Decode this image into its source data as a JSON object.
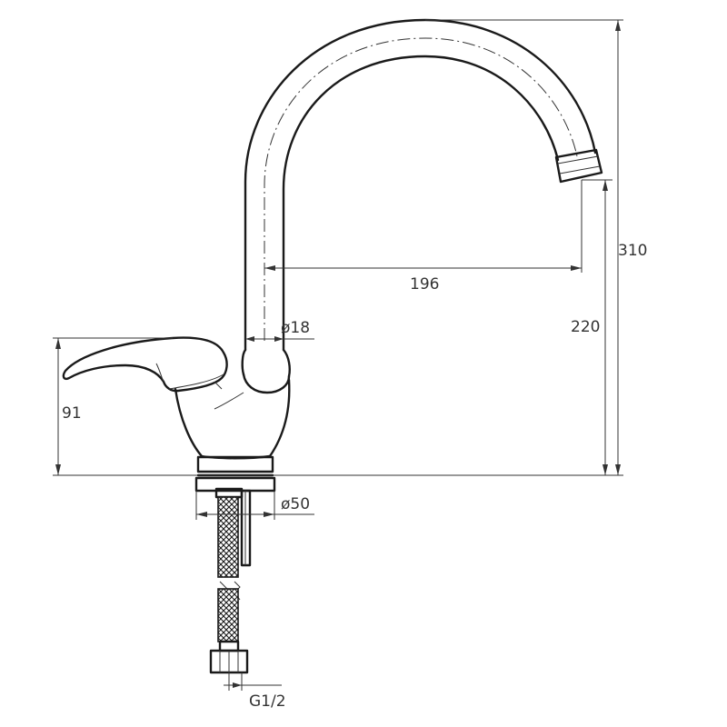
{
  "dimensions": {
    "total_height": "310",
    "spout_height": "220",
    "spout_reach": "196",
    "spout_diameter": "ø18",
    "handle_height": "91",
    "base_diameter": "ø50",
    "thread": "G1/2"
  },
  "colors": {
    "line": "#1a1a1a",
    "dimension": "#333333",
    "background": "#ffffff"
  }
}
